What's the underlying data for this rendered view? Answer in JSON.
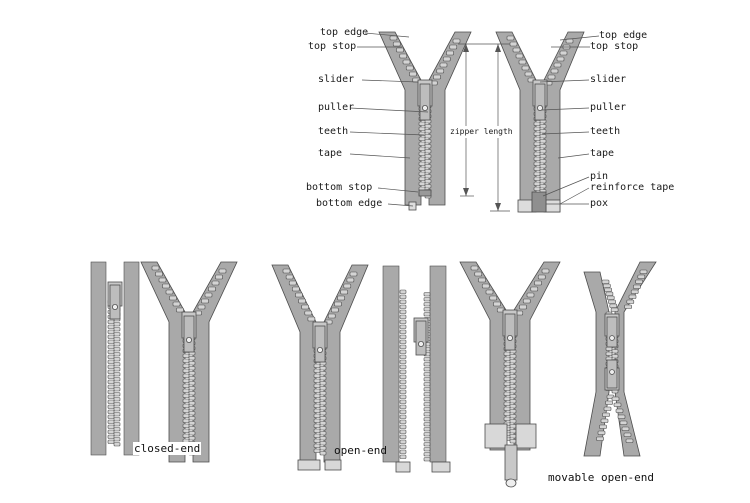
{
  "labels_left": {
    "top_edge": "top edge",
    "top_stop": "top stop",
    "slider": "slider",
    "puller": "puller",
    "teeth": "teeth",
    "tape": "tape",
    "bottom_stop": "bottom stop",
    "bottom_edge": "bottom edge"
  },
  "labels_right": {
    "top_edge": "top edge",
    "top_stop": "top stop",
    "slider": "slider",
    "puller": "puller",
    "teeth": "teeth",
    "tape": "tape",
    "pin": "pin",
    "reinforce_tape": "reinforce tape",
    "pox": "pox"
  },
  "zipper_length": "zipper length",
  "captions": {
    "closed_end": "closed-end",
    "open_end": "open-end",
    "movable_open_end": "movable open-end"
  },
  "colors": {
    "tape": "#a9a9a9",
    "tape_dark": "#8e8e8e",
    "outline": "#4d4d4d",
    "tooth": "#d4d4d4",
    "text": "#1a1a1a"
  }
}
